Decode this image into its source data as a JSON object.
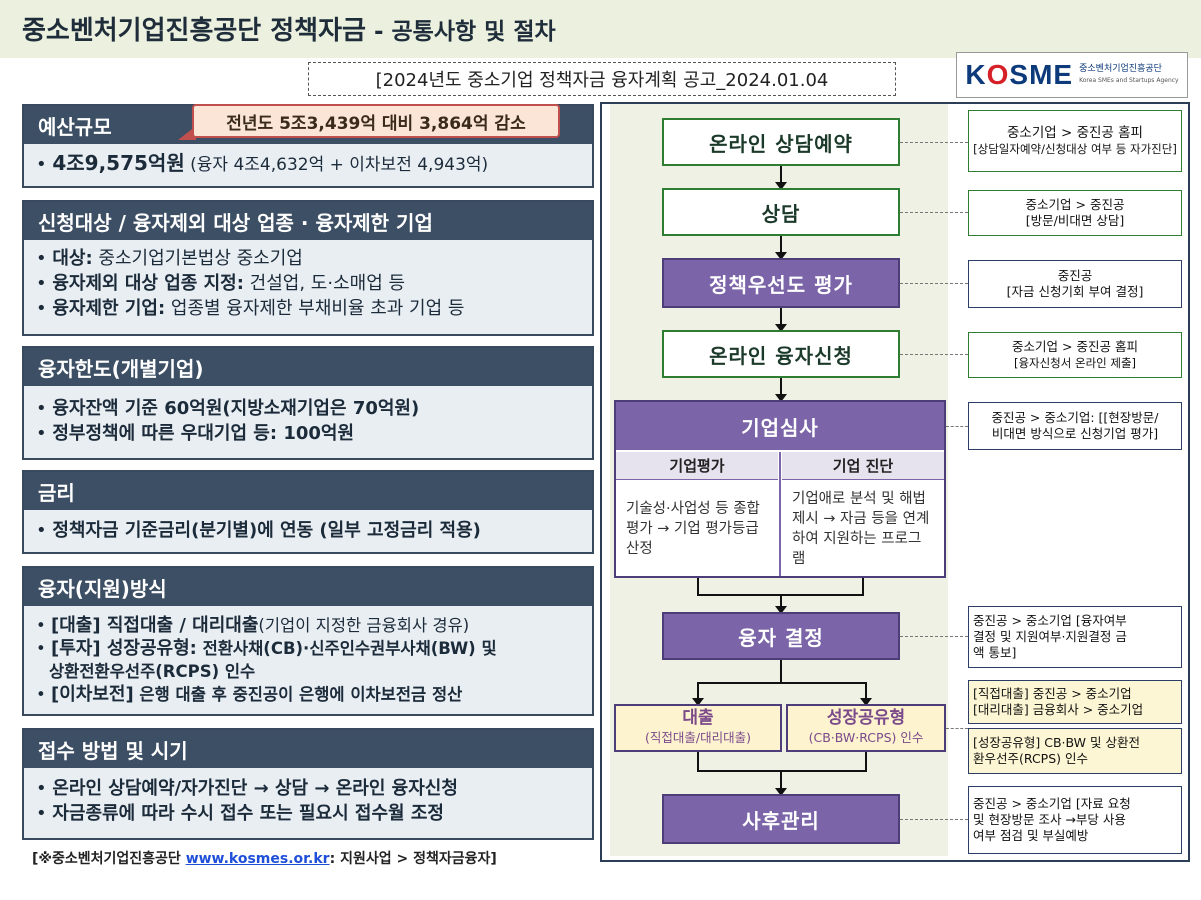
{
  "header": {
    "title": "중소벤처기업진흥공단 정책자금",
    "subtitle": " - 공통사항 및 절차"
  },
  "notice": "[2024년도 중소기업 정책자금 융자계획 공고_2024.01.04",
  "logo": {
    "word_pre": "K",
    "word_o": "O",
    "word_post": "SME",
    "name_ko": "중소벤처기업진흥공단",
    "name_en": "Korea SMEs and Startups Agency"
  },
  "callout": "전년도 5조3,439억 대비 3,864억 감소",
  "panels": {
    "budget": {
      "title": "예산규모",
      "main": "4조9,575억원",
      "detail": " (융자 4조4,632억 + 이차보전 4,943억)"
    },
    "eligibility": {
      "title": "신청대상 / 융자제외 대상 업종 · 융자제한 기업",
      "items": [
        {
          "label": "대상:",
          "text": " 중소기업기본법상 중소기업"
        },
        {
          "label": "융자제외 대상 업종 지정:",
          "text": " 건설업, 도·소매업 등"
        },
        {
          "label": "융자제한 기업:",
          "text": " 업종별 융자제한 부채비율 초과 기업 등"
        }
      ]
    },
    "limit": {
      "title": "융자한도(개별기업)",
      "items": [
        "융자잔액 기준 60억원(지방소재기업은 70억원)",
        "정부정책에 따른 우대기업 등: 100억원"
      ]
    },
    "rate": {
      "title": "금리",
      "items": [
        "정책자금 기준금리(분기별)에 연동 (일부 고정금리 적용)"
      ]
    },
    "method": {
      "title": "융자(지원)방식",
      "items": [
        {
          "label": "[대출] 직접대출 / 대리대출",
          "text": "(기업이 지정한 금융회사 경유)"
        },
        {
          "label": "[투자] 성장공유형:",
          "text": " 전환사채(CB)·신주인수권부사채(BW) 및"
        },
        {
          "label": "",
          "text": "상환전환우선주(RCPS) 인수"
        },
        {
          "label": "[이차보전]",
          "text": " 은행 대출 후 중진공이 은행에 이차보전금 정산"
        }
      ]
    },
    "apply": {
      "title": "접수 방법 및 시기",
      "items": [
        "온라인 상담예약/자가진단 → 상담 → 온라인 융자신청",
        "자금종류에 따라 수시 접수 또는 필요시 접수월 조정"
      ]
    }
  },
  "footer": {
    "prefix": "[※중소벤처기업진흥공단 ",
    "link": "www.kosmes.or.kr",
    "suffix": ": 지원사업 > 정책자금융자]"
  },
  "flow": {
    "steps": [
      "온라인 상담예약",
      "상담",
      "정책우선도 평가",
      "온라인 융자신청",
      "기업심사",
      "융자 결정",
      "사후관리"
    ],
    "review": {
      "col1_title": "기업평가",
      "col1_body": "기술성·사업성 등 종합평가 → 기업 평가등급 산정",
      "col2_title": "기업 진단",
      "col2_body": "기업애로 분석 및 해법 제시 → 자금 등을 연계하여 지원하는 프로그램"
    },
    "loan": {
      "title": "대출",
      "sub": "(직접대출/대리대출)"
    },
    "growth": {
      "title": "성장공유형",
      "sub": "(CB·BW·RCPS) 인수"
    },
    "notes": {
      "n1": [
        "중소기업 > 중진공 홈피",
        "[상담일자예약/신청대상 여부 등 자가진단]"
      ],
      "n2": [
        "중소기업 > 중진공",
        "[방문/비대면 상담]"
      ],
      "n3": [
        "중진공",
        "[자금 신청기회 부여 결정]"
      ],
      "n4": [
        "중소기업 > 중진공 홈피",
        "[융자신청서 온라인 제출]"
      ],
      "n5": [
        "중진공 > 중소기업: [[현장방문/",
        "비대면 방식으로 신청기업 평가]"
      ],
      "n6": [
        "중진공 > 중소기업 [융자여부",
        "결정 및 지원여부·지원결정 금",
        "액 통보]"
      ],
      "n7": [
        "[직접대출] 중진공 > 중소기업",
        "[대리대출] 금융회사 > 중소기업"
      ],
      "n8": [
        "[성장공유형] CB·BW 및 상환전",
        "환우선주(RCPS) 인수"
      ],
      "n9": [
        "중진공 > 중소기업 [자료 요청",
        "및 현장방문 조사 →부당 사용",
        "여부 점검 및 부실예방"
      ]
    }
  }
}
